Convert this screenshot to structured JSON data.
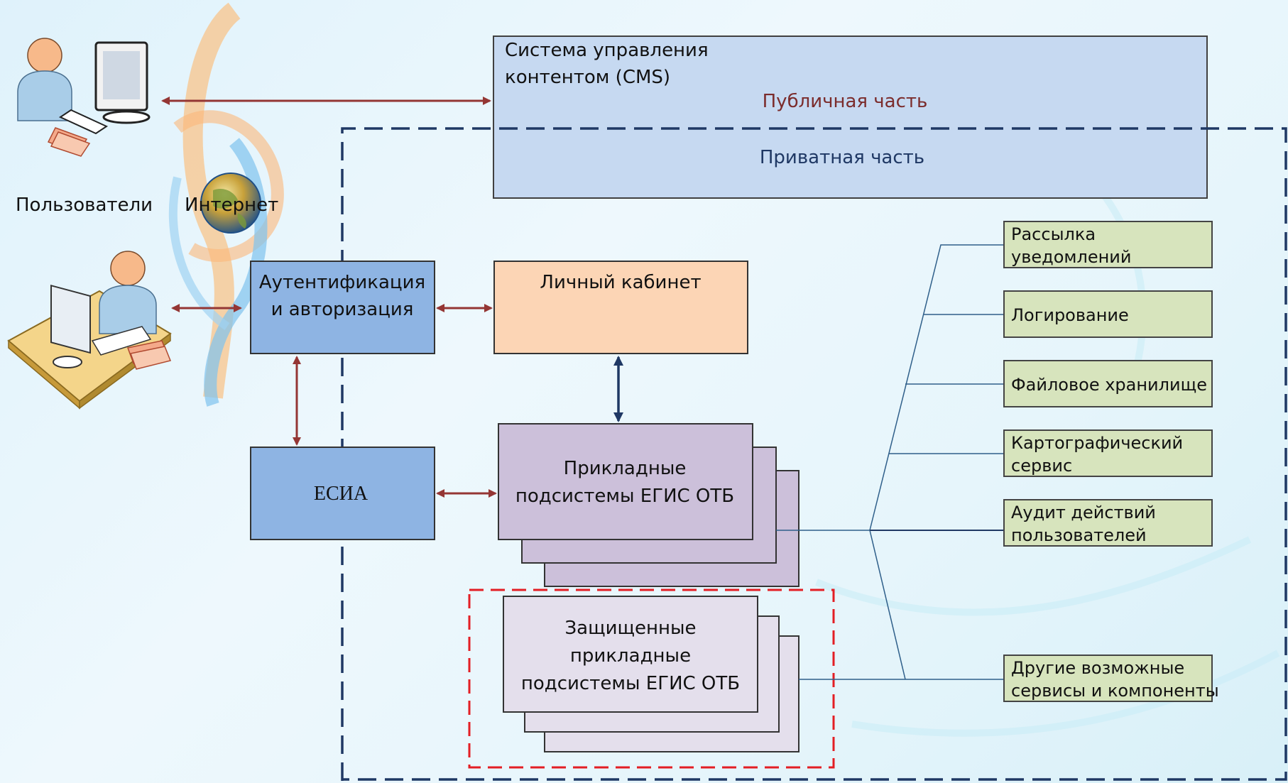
{
  "cms": {
    "title_line1": "Система управления",
    "title_line2": "контентом (CMS)",
    "public_part": "Публичная часть",
    "private_part": "Приватная часть"
  },
  "actors": {
    "users_label": "Пользователи",
    "internet_label": "Интернет"
  },
  "auth": {
    "line1": "Аутентификация",
    "line2": "и авторизация"
  },
  "esia": {
    "label": "ЕСИА"
  },
  "cabinet": {
    "label": "Личный кабинет"
  },
  "applied": {
    "line1": "Прикладные",
    "line2": "подсистемы ЕГИС ОТБ"
  },
  "protected": {
    "line1": "Защищенные",
    "line2": "прикладные",
    "line3": "подсистемы ЕГИС ОТБ"
  },
  "services": [
    {
      "line1": "Рассылка",
      "line2": "уведомлений"
    },
    {
      "line1": "Логирование",
      "line2": ""
    },
    {
      "line1": "Файловое хранилище",
      "line2": ""
    },
    {
      "line1": "Картографический",
      "line2": "сервис"
    },
    {
      "line1": "Аудит действий",
      "line2": "пользователей"
    },
    {
      "line1": "Другие возможные",
      "line2": "сервисы и компоненты"
    }
  ],
  "colors": {
    "cms_fill": "#c6d9f1",
    "auth_fill": "#8eb4e3",
    "cabinet_fill": "#fcd5b5",
    "applied_fill": "#ccc0da",
    "protected_fill": "#e4dfec",
    "service_fill": "#d7e4bd",
    "arrow_red": "#943634",
    "arrow_blue": "#1f3864",
    "dashed_blue": "#1f3864",
    "dashed_red": "#e31e24",
    "public_text": "#7b2c2c",
    "private_text": "#1f3864"
  }
}
